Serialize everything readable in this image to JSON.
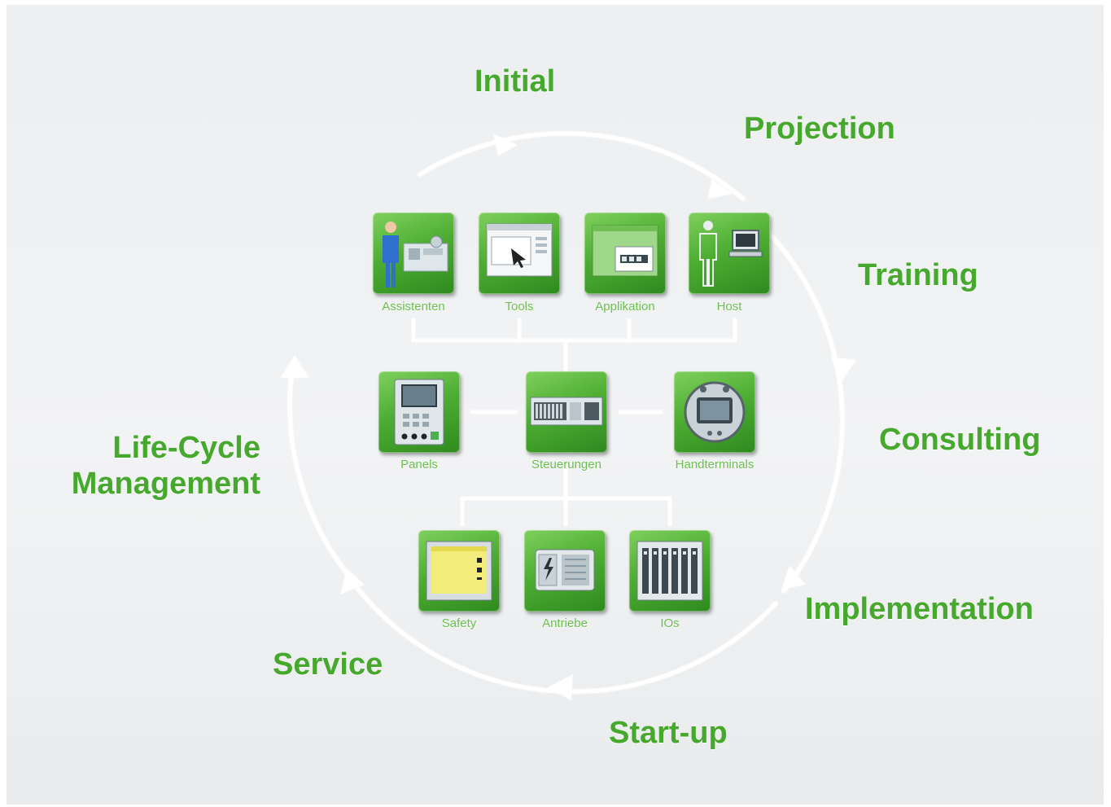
{
  "diagram": {
    "phases": {
      "initial": "Initial",
      "projection": "Projection",
      "training": "Training",
      "consulting": "Consulting",
      "implementation": "Implementation",
      "startup": "Start-up",
      "service": "Service",
      "lifecycle": "Life-Cycle\nManagement"
    },
    "tiles": {
      "assistenten": "Assistenten",
      "tools": "Tools",
      "applikation": "Applikation",
      "host": "Host",
      "panels": "Panels",
      "steuerungen": "Steuerungen",
      "handterminals": "Handterminals",
      "safety": "Safety",
      "antriebe": "Antriebe",
      "ios": "IOs"
    },
    "colors": {
      "label_green": "#47a82e",
      "tile_green": "#4eae33",
      "cycle_white": "#ffffff"
    }
  }
}
